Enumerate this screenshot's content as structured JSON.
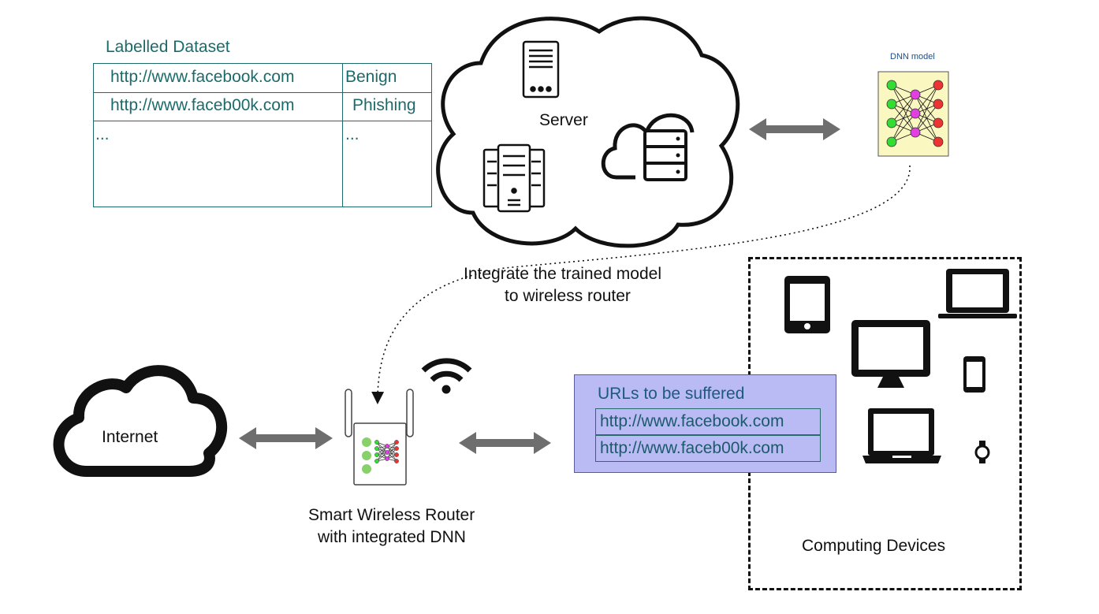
{
  "dataset": {
    "title": "Labelled Dataset",
    "rows": [
      {
        "url": "http://www.facebook.com",
        "label": "Benign"
      },
      {
        "url": "http://www.faceb00k.com",
        "label": "Phishing"
      },
      {
        "url": "...",
        "label": "..."
      }
    ]
  },
  "server": {
    "label": "Server"
  },
  "model": {
    "label": "DNN model"
  },
  "integrate": {
    "line1": "Integrate the trained model",
    "line2": "to wireless router"
  },
  "internet": {
    "label": "Internet"
  },
  "router": {
    "line1": "Smart Wireless Router",
    "line2": "with integrated DNN"
  },
  "urls": {
    "title": "URLs to be suffered",
    "items": [
      "http://www.facebook.com",
      "http://www.faceb00k.com"
    ]
  },
  "devices": {
    "label": "Computing Devices"
  },
  "colors": {
    "teal_text": "#1c6b6b",
    "arrow": "#6e6e6e",
    "model_bg": "#fbf7c0",
    "input_node": "#33dd33",
    "hidden_node": "#e040e0",
    "output_node": "#ee3333",
    "url_box_bg": "#babaf5"
  }
}
